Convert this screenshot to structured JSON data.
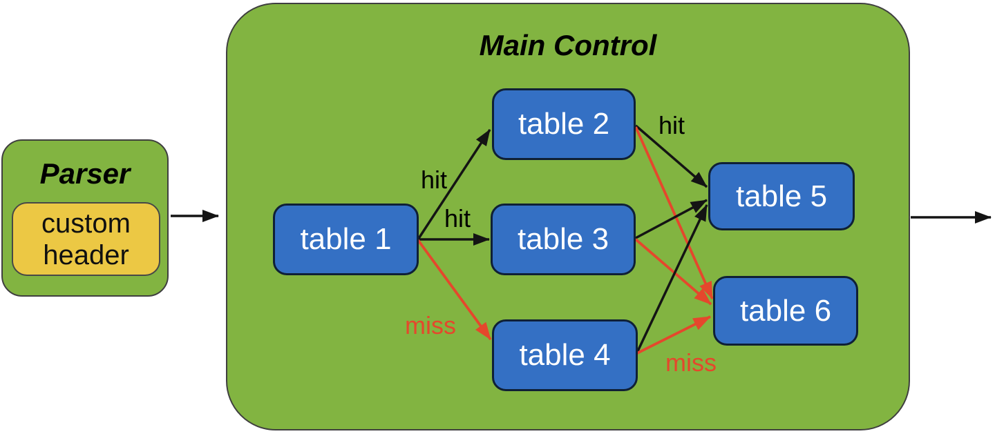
{
  "parser": {
    "title": "Parser",
    "node_label": "custom header"
  },
  "main_control": {
    "title": "Main Control"
  },
  "nodes": [
    {
      "id": "table1",
      "label": "table 1"
    },
    {
      "id": "table2",
      "label": "table 2"
    },
    {
      "id": "table3",
      "label": "table 3"
    },
    {
      "id": "table4",
      "label": "table 4"
    },
    {
      "id": "table5",
      "label": "table 5"
    },
    {
      "id": "table6",
      "label": "table 6"
    }
  ],
  "edges": [
    {
      "from": "parser",
      "to": "main_control",
      "type": "flow",
      "label": ""
    },
    {
      "from": "table 1",
      "to": "table 2",
      "type": "hit",
      "label": "hit"
    },
    {
      "from": "table 1",
      "to": "table 3",
      "type": "hit",
      "label": "hit"
    },
    {
      "from": "table 1",
      "to": "table 4",
      "type": "miss",
      "label": "miss"
    },
    {
      "from": "table 2",
      "to": "table 5",
      "type": "hit",
      "label": "hit"
    },
    {
      "from": "table 2",
      "to": "table 6",
      "type": "miss",
      "label": ""
    },
    {
      "from": "table 3",
      "to": "table 5",
      "type": "hit",
      "label": ""
    },
    {
      "from": "table 3",
      "to": "table 6",
      "type": "miss",
      "label": ""
    },
    {
      "from": "table 4",
      "to": "table 5",
      "type": "hit",
      "label": ""
    },
    {
      "from": "table 4",
      "to": "table 6",
      "type": "miss",
      "label": "miss"
    },
    {
      "from": "main_control",
      "to": "output",
      "type": "flow",
      "label": ""
    }
  ],
  "colors": {
    "canvas-bg": "#ffffff",
    "group-green": "#82b441",
    "group-border": "#3f3f3f",
    "node-blue": "#3470c4",
    "node-border": "#0f2036",
    "node-text": "#ffffff",
    "accent-yellow": "#ecc844",
    "yellow-border": "#474747",
    "hit-black": "#141414",
    "miss-red": "#e5472c",
    "title-text": "#000000"
  }
}
